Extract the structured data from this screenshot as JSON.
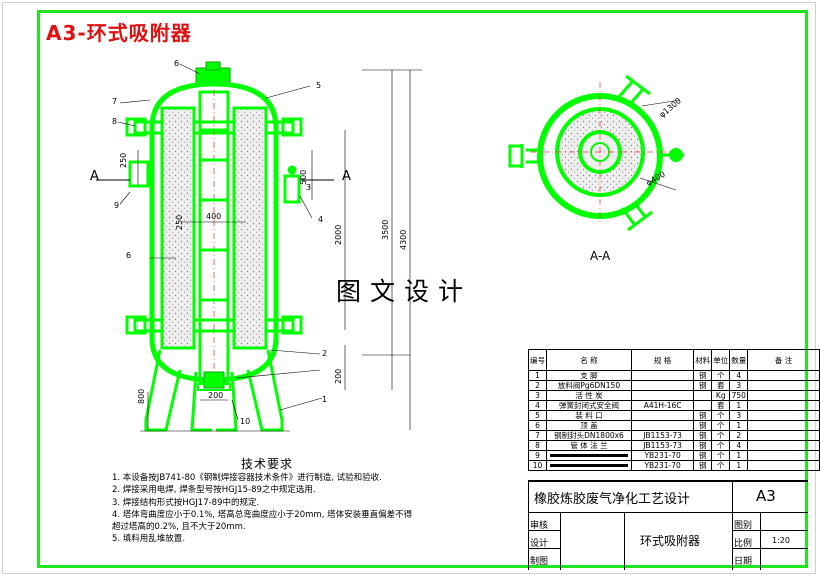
{
  "title": "A3-环式吸附器",
  "watermark": "图文设计",
  "section_label": "A-A",
  "callouts": [
    "6",
    "7",
    "8",
    "5",
    "9",
    "3",
    "4",
    "2",
    "1",
    "10"
  ],
  "dimensions": {
    "d250": "250",
    "d400": "400",
    "d2000": "2000",
    "d3500": "3500",
    "d4300": "4300",
    "d200": "200",
    "d800": "800",
    "d500": "500",
    "d6": "6",
    "phi1300": "φ1300",
    "phi400": "φ400",
    "marker_a": "A"
  },
  "notes": {
    "heading": "技术要求",
    "lines": [
      "1. 本设备按JB741-80《钢制焊接容器技术条件》进行制造, 试验和验收.",
      "2. 焊接采用电焊, 焊条型号按HGJ15-89之中规定选用.",
      "3. 焊接结构形式按HGJ17-89中的规定.",
      "4. 塔体弯曲度应小于0.1%, 塔高总弯曲度应小于20mm, 塔体安装垂直偏差不得",
      "超过塔高的0.2%, 且不大于20mm.",
      "5. 填料用乱堆放置."
    ]
  },
  "parts_list": {
    "headers": [
      "编号",
      "名 称",
      "规 格",
      "材料",
      "单位",
      "数量",
      "备 注"
    ],
    "rows": [
      [
        "1",
        "支    脚",
        "",
        "钢",
        "个",
        "4",
        ""
      ],
      [
        "2",
        "放料阀Pg6DN150",
        "",
        "钢",
        "套",
        "3",
        ""
      ],
      [
        "3",
        "活 性 炭",
        "",
        "",
        "Kg",
        "750",
        ""
      ],
      [
        "4",
        "弹簧封闭式安全阀",
        "A41H-16C",
        "",
        "套",
        "1",
        ""
      ],
      [
        "5",
        "装 料 口",
        "",
        "钢",
        "个",
        "3",
        ""
      ],
      [
        "6",
        "顶    盖",
        "",
        "钢",
        "个",
        "1",
        ""
      ],
      [
        "7",
        "钢制封头DN1800x6",
        "JB1153-73",
        "钢",
        "个",
        "2",
        ""
      ],
      [
        "8",
        "管 体 法 兰",
        "JB1153-73",
        "钢",
        "个",
        "4",
        ""
      ],
      [
        "9",
        "",
        "YB231-70",
        "钢",
        "个",
        "1",
        ""
      ],
      [
        "10",
        "",
        "YB231-70",
        "钢",
        "个",
        "1",
        ""
      ]
    ]
  },
  "title_block": {
    "project": "橡胶炼胶废气净化工艺设计",
    "size": "A3",
    "drawing_name": "环式吸附器",
    "row_labels": [
      "审核",
      "设计",
      "制图"
    ],
    "right_labels": [
      "图别",
      "比例",
      "日期"
    ],
    "scale": "1:20"
  },
  "colors": {
    "frame": "#1ee51e",
    "part": "#00ff00",
    "title": "#e01010",
    "packing": "#cccccc"
  }
}
